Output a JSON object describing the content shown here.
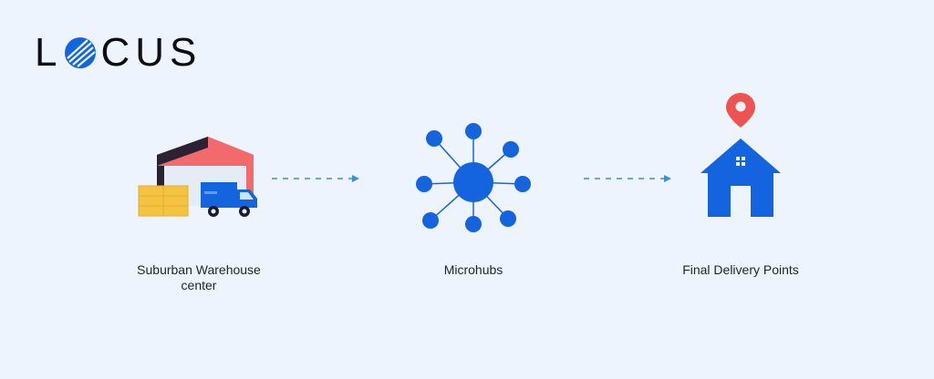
{
  "brand": {
    "logo_left": "L",
    "logo_right": "CUS",
    "logo_icon": "globe-o-icon"
  },
  "nodes": [
    {
      "id": "warehouse",
      "label_line1": "Suburban Warehouse",
      "label_line2": "center",
      "icon": "warehouse-truck-icon"
    },
    {
      "id": "microhubs",
      "label_line1": "Microhubs",
      "icon": "network-hub-icon"
    },
    {
      "id": "delivery",
      "label_line1": "Final Delivery Points",
      "icon": "house-pin-icon"
    }
  ],
  "edges": [
    {
      "from": "warehouse",
      "to": "microhubs",
      "style": "dashed"
    },
    {
      "from": "microhubs",
      "to": "delivery",
      "style": "dashed"
    }
  ],
  "colors": {
    "background": "#edf4fd",
    "primary_blue": "#1464e0",
    "roof_red": "#f26a6a",
    "roof_dark": "#2b2234",
    "box_yellow": "#f5c342",
    "pin_red": "#ef5350",
    "arrow": "#3a8fd8"
  }
}
